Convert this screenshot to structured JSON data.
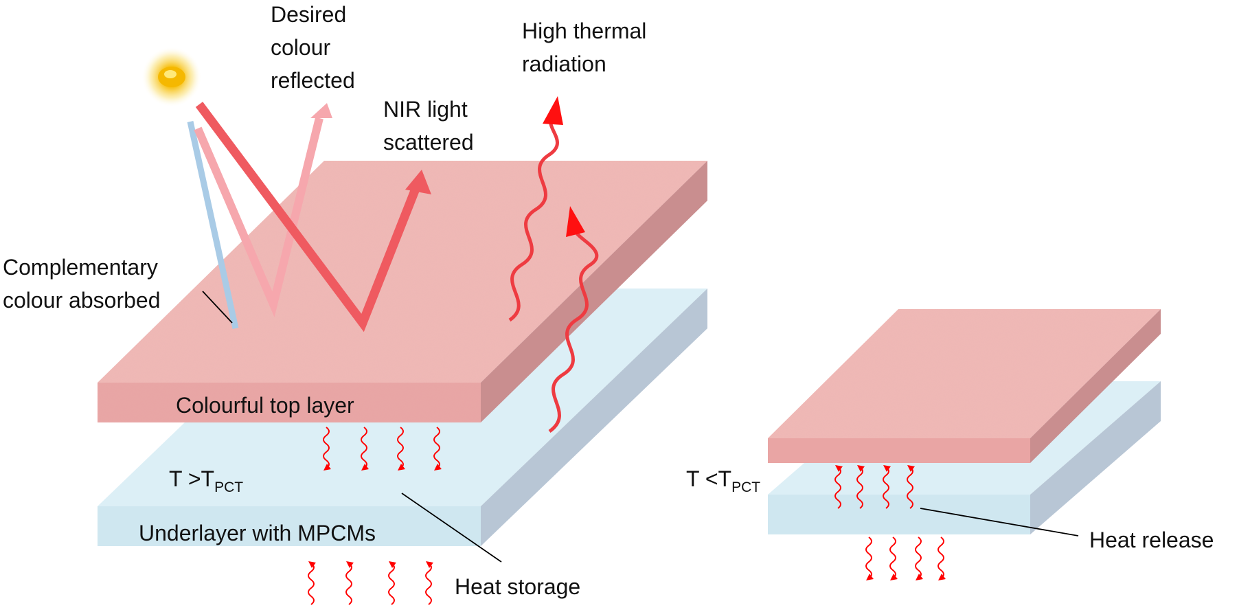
{
  "labels": {
    "desired_colour": [
      "Desired",
      "colour",
      "reflected"
    ],
    "high_thermal": [
      "High thermal",
      "radiation"
    ],
    "nir_light": [
      "NIR light",
      "scattered"
    ],
    "complementary": [
      "Complementary",
      "colour absorbed"
    ],
    "top_layer": "Colourful top layer",
    "underlayer": "Underlayer with MPCMs",
    "heat_storage": "Heat storage",
    "heat_release": "Heat release",
    "temp_high": {
      "prefix": "T >T",
      "subscript": "PCT"
    },
    "temp_low": {
      "prefix": "T <T",
      "subscript": "PCT"
    }
  },
  "colors": {
    "top_face": "#f0b9b6",
    "top_front": "#e9a5a4",
    "top_side": "#c98e8f",
    "under_face": "#dceff6",
    "under_front": "#cfe7f0",
    "under_side": "#b8c6d5",
    "arrow_red": "#ff0000",
    "beam_nir": "#ef5a60",
    "beam_reflect": "#f6a7ad",
    "beam_absorb": "#a9cbe6",
    "sun": "#f5b800"
  }
}
